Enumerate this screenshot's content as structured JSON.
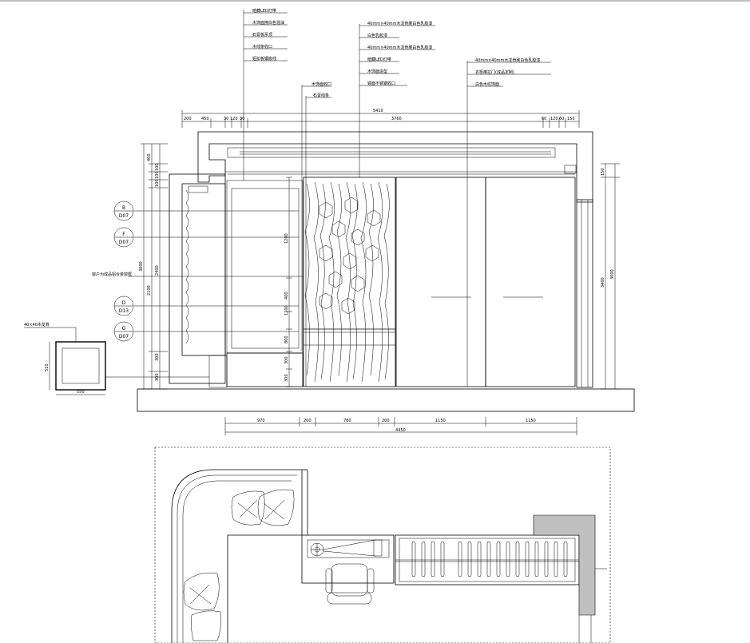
{
  "elevation": {
    "notes_group1": [
      "暗藏LED灯带",
      "木饰面擦白色混油",
      "石膏板吊顶",
      "木线条收口",
      "铝扣板镶嵌线"
    ],
    "notes_group2": [
      "40mm×40mm木龙骨刷白色乳胶漆",
      "白色乳胶漆",
      "40mm×40mm木龙骨刷白色乳胶漆",
      "暗藏LED灯带",
      "木饰面造型",
      "镜面不锈钢收口"
    ],
    "notes_group3": [
      "40mm×40mm木龙骨刷白色乳胶漆",
      "衣柜推拉门(成品定制)",
      "白色木纹饰面"
    ],
    "notes_left": [
      "木饰面收口",
      "石膏线条"
    ],
    "top_dims": [
      "200",
      "450",
      "30",
      "120",
      "30",
      "5410",
      "3760",
      "60",
      "120",
      "60",
      "150"
    ],
    "left_dims": [
      "400",
      "100",
      "100",
      "100",
      "2400",
      "3000",
      "2100",
      "300",
      "300"
    ],
    "inner_dims": [
      "1200",
      "400",
      "1200",
      "800",
      "300",
      "300"
    ],
    "right_dims": [
      "150",
      "3400",
      "3000"
    ],
    "bottom_dims": [
      "970",
      "200",
      "780",
      "200",
      "1150",
      "1150"
    ],
    "bottom_total": "4450",
    "callouts": [
      {
        "num": "B",
        "sheet": "D07"
      },
      {
        "num": "F",
        "sheet": "D07"
      },
      {
        "num": "D",
        "sheet": "D13"
      },
      {
        "num": "G",
        "sheet": "D07"
      }
    ],
    "left_note": "窗户为成品铝合金窗框",
    "section_note": "40×40木龙骨",
    "section_dims": [
      "510",
      "550"
    ]
  }
}
